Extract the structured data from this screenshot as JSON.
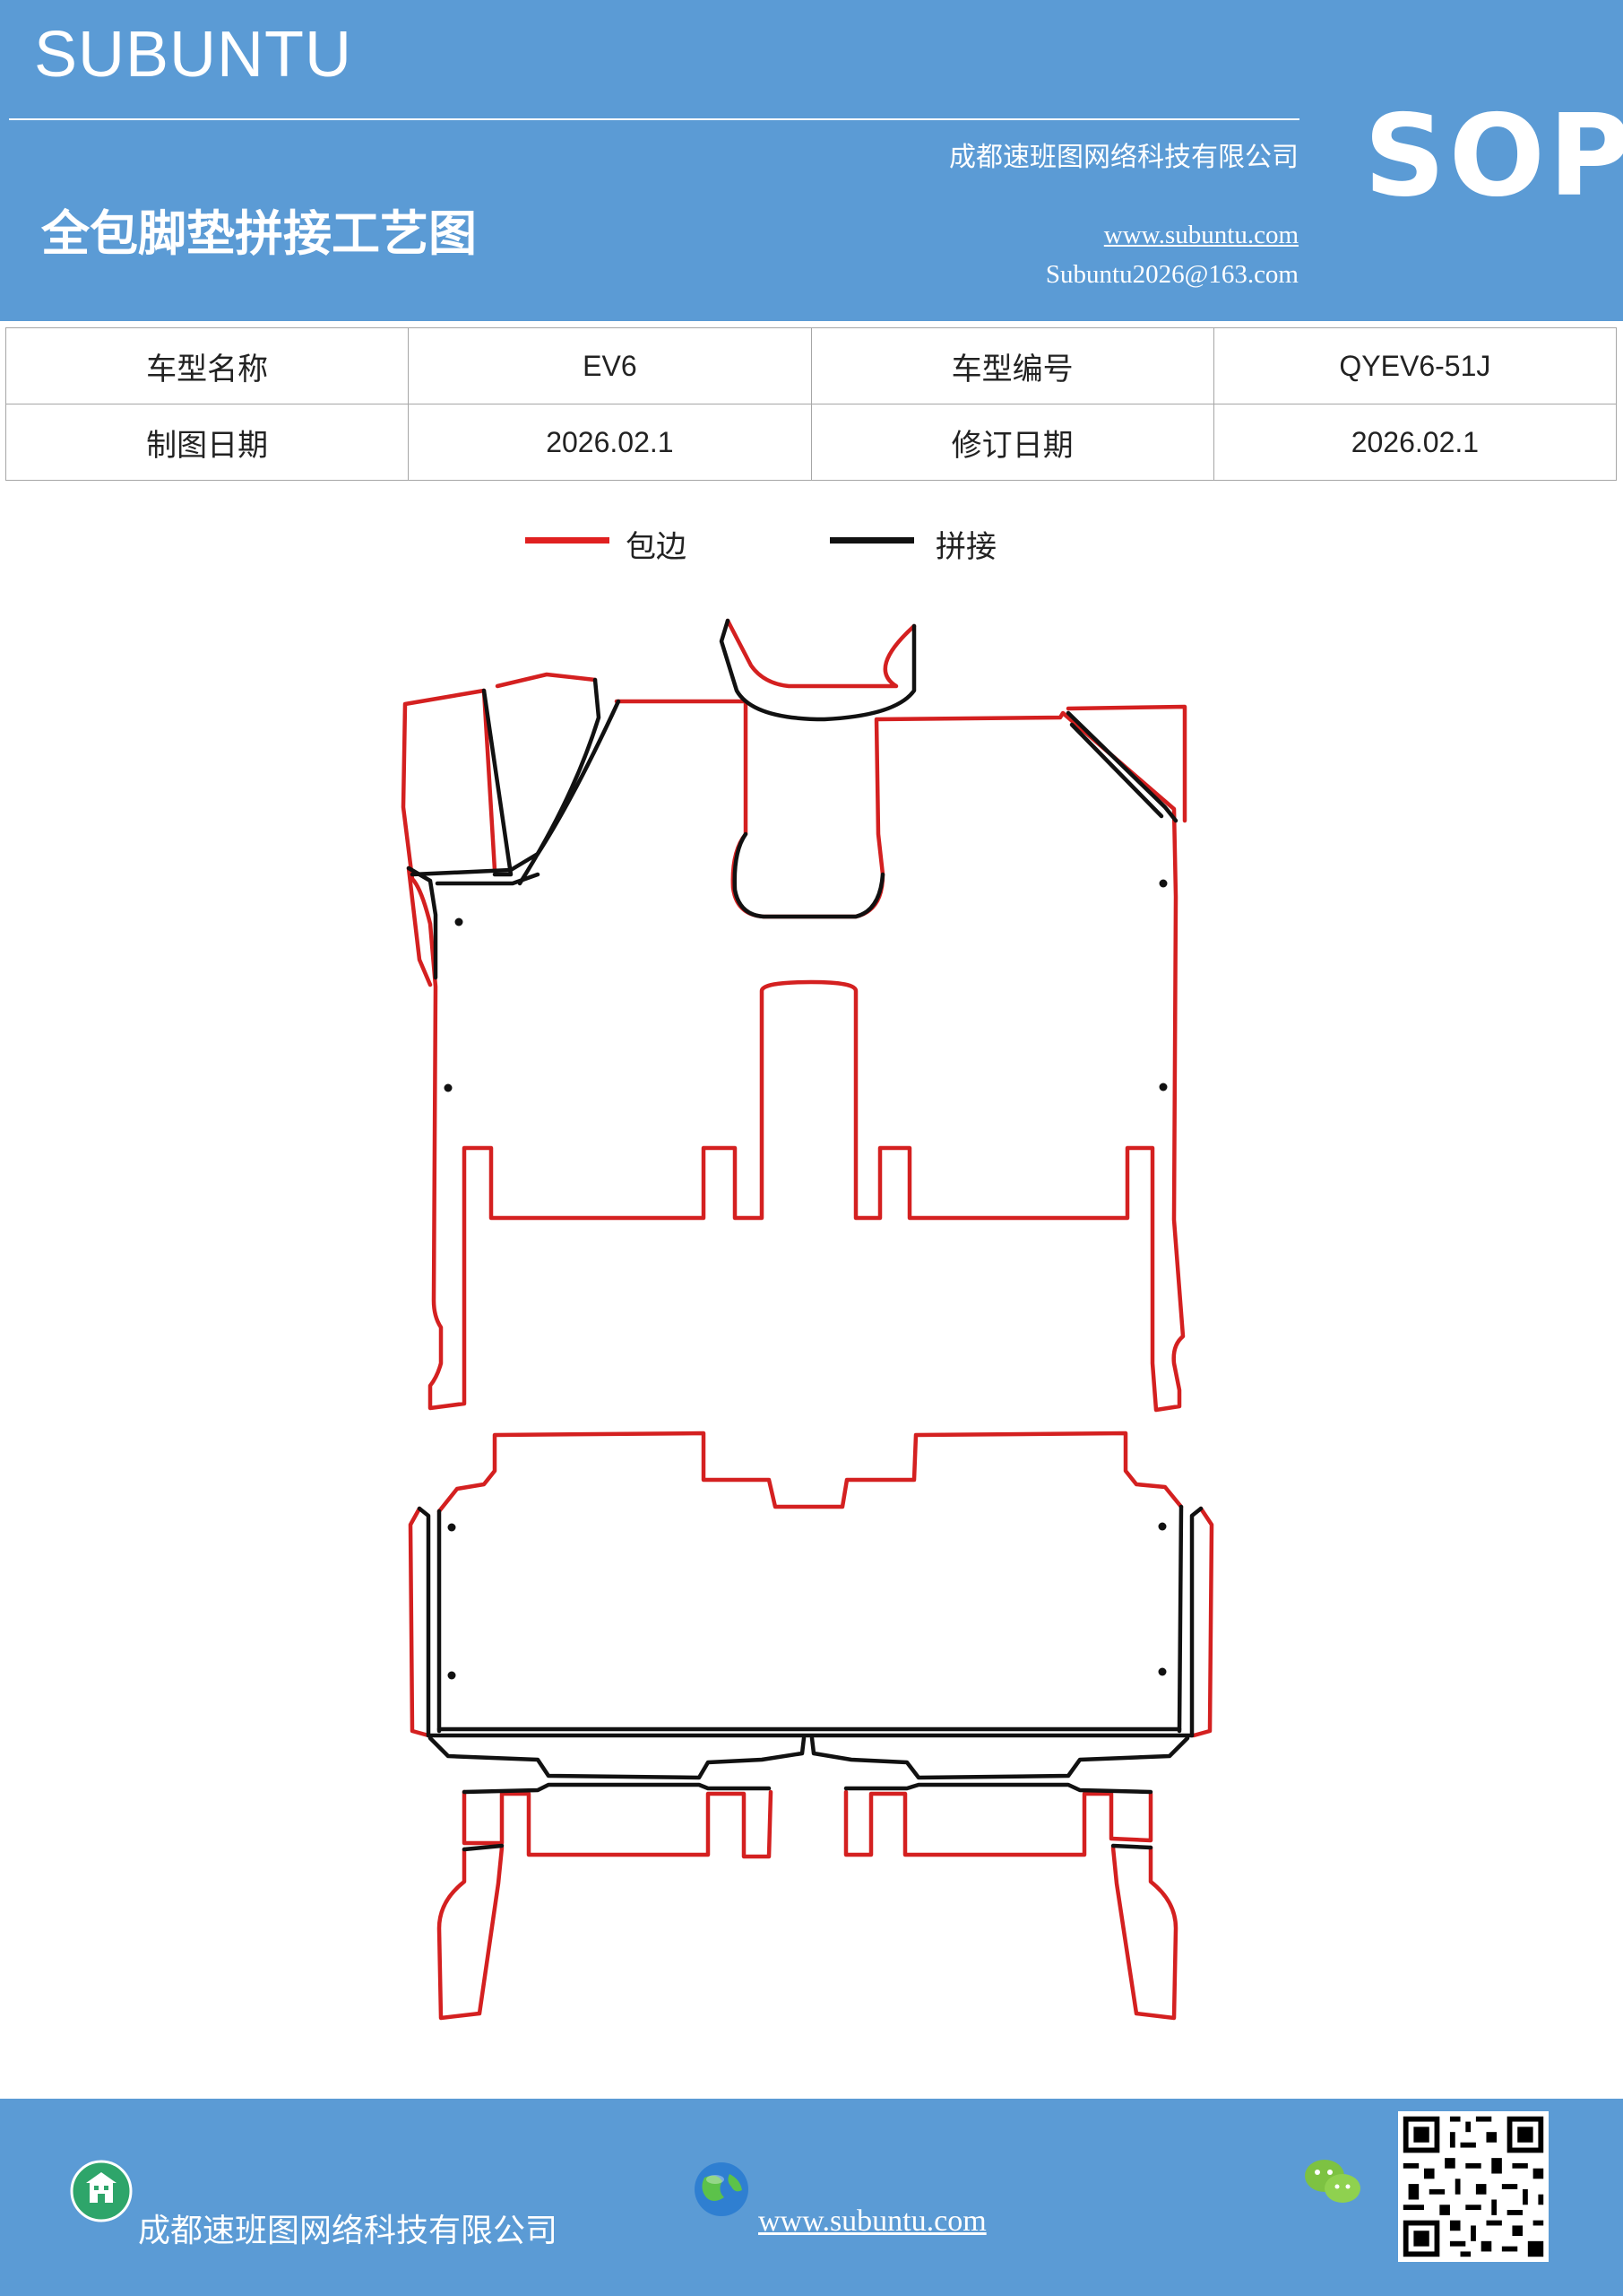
{
  "header": {
    "brand": "SUBUNTU",
    "company": "成都速班图网络科技有限公司",
    "title": "全包脚垫拼接工艺图",
    "website": "www.subuntu.com",
    "email": "Subuntu2026@163.com",
    "sop": "SOP"
  },
  "info": {
    "model_name_label": "车型名称",
    "model_name": "EV6",
    "model_code_label": "车型编号",
    "model_code": "QYEV6-51J",
    "draw_date_label": "制图日期",
    "draw_date": "2026.02.1",
    "revise_date_label": "修订日期",
    "revise_date": "2026.02.1"
  },
  "legend": {
    "edge_label": "包边",
    "edge_color": "#e02020",
    "join_label": "拼接",
    "join_color": "#111111"
  },
  "footer": {
    "company": "成都速班图网络科技有限公司",
    "website": "www.subuntu.com",
    "icons": [
      "building-icon",
      "globe-icon",
      "wechat-icon",
      "qr-code"
    ]
  },
  "colors": {
    "header_bg": "#5b9bd5",
    "edge": "#e02020",
    "join": "#111111"
  }
}
